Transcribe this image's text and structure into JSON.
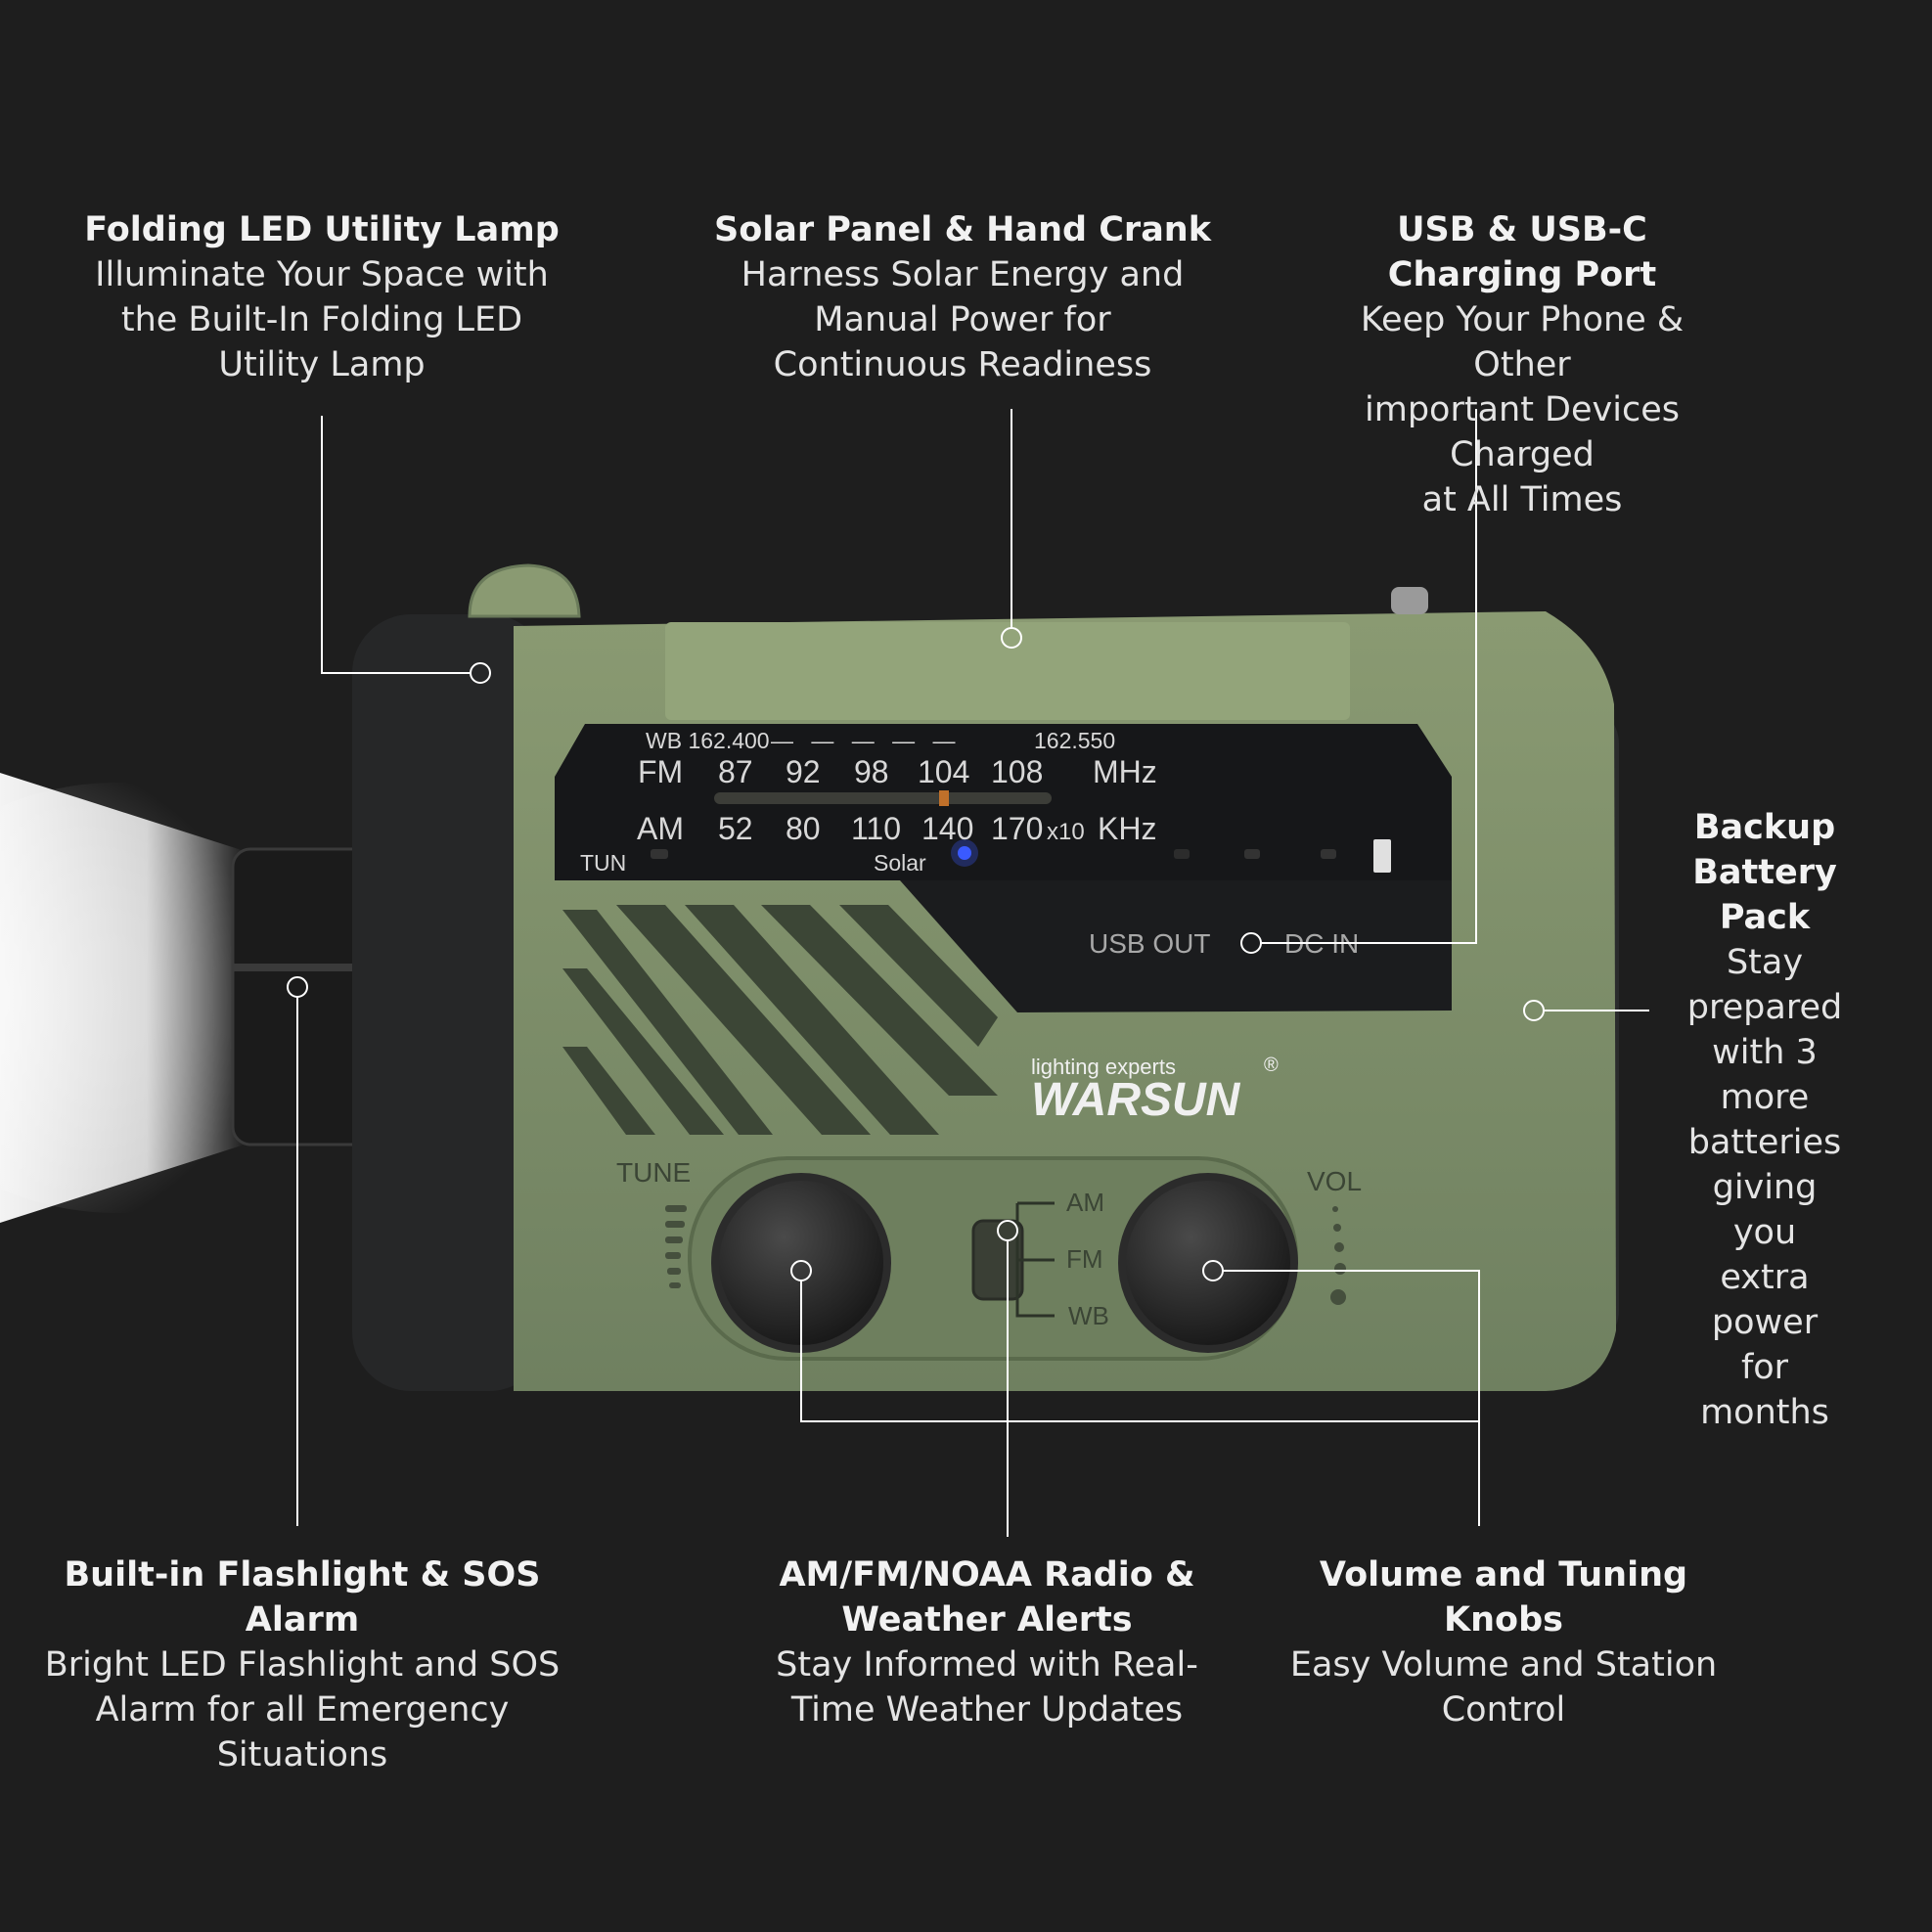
{
  "background_color": "#1e1e1e",
  "accent_green": "#7f9169",
  "callouts": {
    "lamp": {
      "title": "Folding LED Utility Lamp",
      "lines": [
        "Illuminate Your Space with",
        "the Built-In Folding LED",
        "Utility Lamp"
      ]
    },
    "solar": {
      "title": "Solar Panel & Hand Crank",
      "lines": [
        "Harness Solar Energy and",
        "Manual Power for",
        "Continuous Readiness"
      ]
    },
    "usb": {
      "title": "USB & USB-C Charging Port",
      "lines": [
        "Keep Your Phone & Other",
        "important Devices Charged",
        "at All Times"
      ]
    },
    "battery": {
      "title_lines": [
        "Backup",
        "Battery Pack"
      ],
      "lines": [
        "Stay prepared",
        "with  3 more",
        "batteries",
        "giving you",
        "extra power",
        "for months"
      ]
    },
    "flashlight": {
      "title_lines": [
        "Built-in Flashlight & SOS",
        "Alarm"
      ],
      "lines": [
        "Bright LED Flashlight and SOS",
        "Alarm for all Emergency",
        "Situations"
      ]
    },
    "radio": {
      "title_lines": [
        "AM/FM/NOAA Radio &",
        "Weather Alerts"
      ],
      "lines": [
        "Stay Informed with Real-",
        "Time Weather Updates"
      ]
    },
    "knobs": {
      "title": "Volume and Tuning Knobs",
      "lines": [
        "Easy Volume and Station",
        "Control"
      ]
    }
  },
  "device": {
    "wb_row": {
      "start": "WB 162.400",
      "end": "162.550"
    },
    "fm_row": {
      "label": "FM",
      "values": [
        "87",
        "92",
        "98",
        "104",
        "108"
      ],
      "unit": "MHz"
    },
    "am_row": {
      "label": "AM",
      "values": [
        "52",
        "80",
        "110",
        "140",
        "170"
      ],
      "multiplier": "x10",
      "unit": "KHz"
    },
    "tun_label": "TUN",
    "solar_label": "Solar",
    "usb_out_label": "USB OUT",
    "dc_in_label": "DC IN",
    "tune_label": "TUNE",
    "vol_label": "VOL",
    "band_switch": [
      "AM",
      "FM",
      "WB"
    ],
    "brand_tagline": "lighting experts",
    "brand_name": "WARSUN",
    "brand_mark": "®",
    "solar_led_color": "#3a5bff",
    "tuning_marker_color": "#c0702a"
  }
}
